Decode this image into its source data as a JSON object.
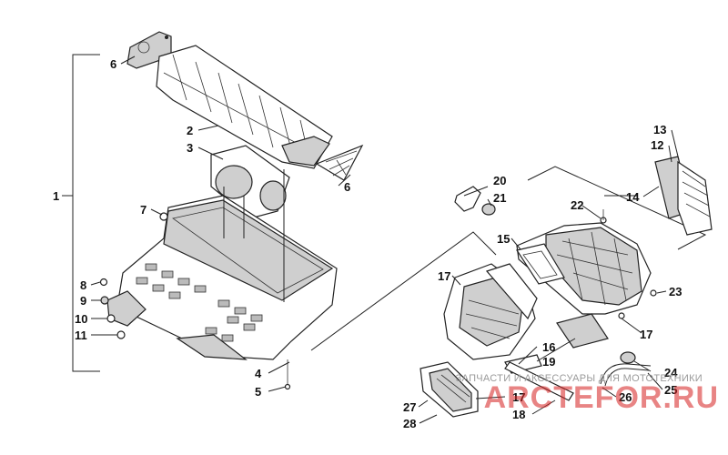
{
  "callouts": {
    "c1": "1",
    "c2": "2",
    "c3": "3",
    "c4": "4",
    "c5": "5",
    "c6a": "6",
    "c6b": "6",
    "c7": "7",
    "c8": "8",
    "c9": "9",
    "c10": "10",
    "c11": "11",
    "c12": "12",
    "c13": "13",
    "c14": "14",
    "c15": "15",
    "c16": "16",
    "c17a": "17",
    "c17b": "17",
    "c17c": "17",
    "c18": "18",
    "c19": "19",
    "c20": "20",
    "c21": "21",
    "c22": "22",
    "c23": "23",
    "c24": "24",
    "c25": "25",
    "c26": "26",
    "c27": "27",
    "c28": "28"
  },
  "watermark": {
    "caption": "ЗАПЧАСТИ И АКСЕССУАРЫ ДЛЯ МОТОТЕХНИКИ",
    "logo": "ARCTEFOR.RU"
  }
}
